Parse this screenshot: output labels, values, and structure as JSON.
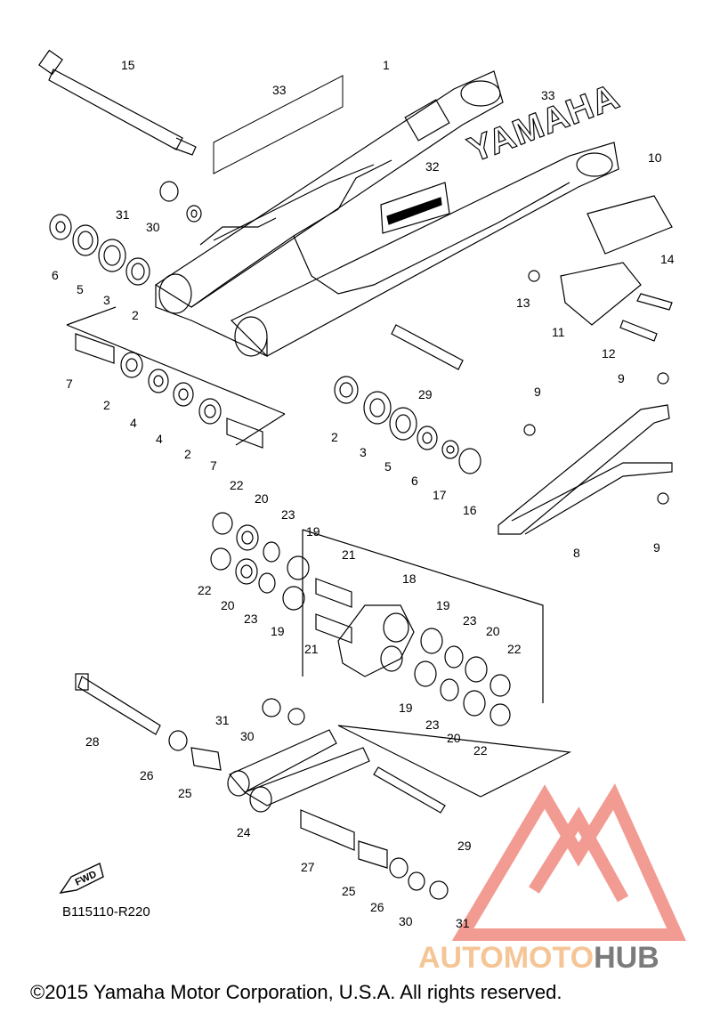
{
  "labels": [
    "1",
    "2",
    "3",
    "4",
    "5",
    "6",
    "7",
    "8",
    "9",
    "10",
    "11",
    "12",
    "13",
    "14",
    "15",
    "16",
    "17",
    "18",
    "19",
    "20",
    "21",
    "22",
    "23",
    "24",
    "25",
    "26",
    "27",
    "28",
    "29",
    "30",
    "31",
    "32",
    "33"
  ],
  "diagram_code": "B115110-R220",
  "fwd_label": "FWD",
  "decal_text": "YAMAHA",
  "watermark": {
    "part1": "AUTOMOTO",
    "part2": "HUB"
  },
  "copyright": "©2015 Yamaha Motor Corporation, U.S.A. All rights reserved.",
  "colors": {
    "line": "#000000",
    "watermark_red": "#f08a80",
    "watermark_orange": "#f5c596",
    "watermark_gray": "#7b7b7b"
  }
}
